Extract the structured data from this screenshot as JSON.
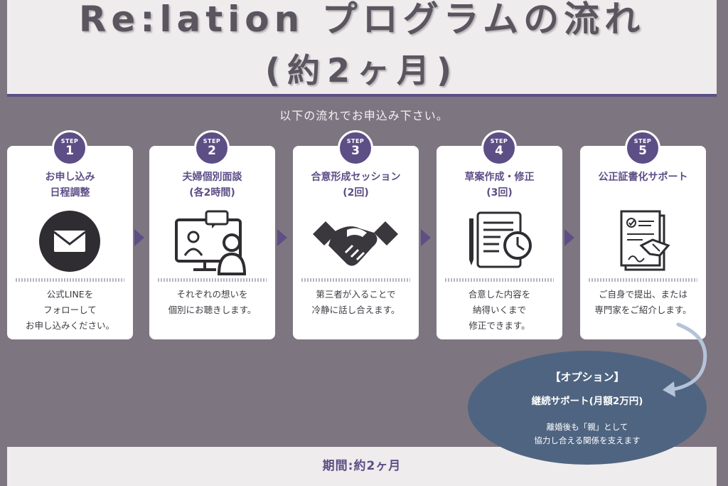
{
  "header": {
    "title_line1": "Re:lation プログラムの流れ",
    "title_line2": "(約2ヶ月)"
  },
  "subtitle": "以下の流れでお申込み下さい。",
  "steps": [
    {
      "step_word": "STEP",
      "number": "1",
      "title_lines": [
        "お申し込み",
        "日程調整"
      ],
      "icon": "mail-icon",
      "desc_lines": [
        "公式LINEを",
        "フォローして",
        "お申し込みください。"
      ]
    },
    {
      "step_word": "STEP",
      "number": "2",
      "title_lines": [
        "夫婦個別面談",
        "(各2時間)"
      ],
      "icon": "video-call-icon",
      "desc_lines": [
        "それぞれの想いを",
        "個別にお聴きします。"
      ]
    },
    {
      "step_word": "STEP",
      "number": "3",
      "title_lines": [
        "合意形成セッション",
        "(2回)"
      ],
      "icon": "handshake-icon",
      "desc_lines": [
        "第三者が入ることで",
        "冷静に話し合えます。"
      ]
    },
    {
      "step_word": "STEP",
      "number": "4",
      "title_lines": [
        "草案作成・修正",
        "(3回)"
      ],
      "icon": "draft-clock-icon",
      "desc_lines": [
        "合意した内容を",
        "納得いくまで",
        "修正できます。"
      ]
    },
    {
      "step_word": "STEP",
      "number": "5",
      "title_lines": [
        "公正証書化サポート"
      ],
      "icon": "contract-icon",
      "desc_lines": [
        "ご自身で提出、または",
        "専門家をご紹介します。"
      ]
    }
  ],
  "option": {
    "title": "【オプション】",
    "subtitle": "継続サポート(月額2万円)",
    "desc_lines": [
      "離婚後も「親」として",
      "協力し合える関係を支えます"
    ]
  },
  "footer": {
    "period": "期間:約2ヶ月"
  },
  "colors": {
    "accent": "#5d4e86",
    "background": "#7d7580",
    "option_bg": "#4f6480",
    "band": "#eeeced"
  }
}
